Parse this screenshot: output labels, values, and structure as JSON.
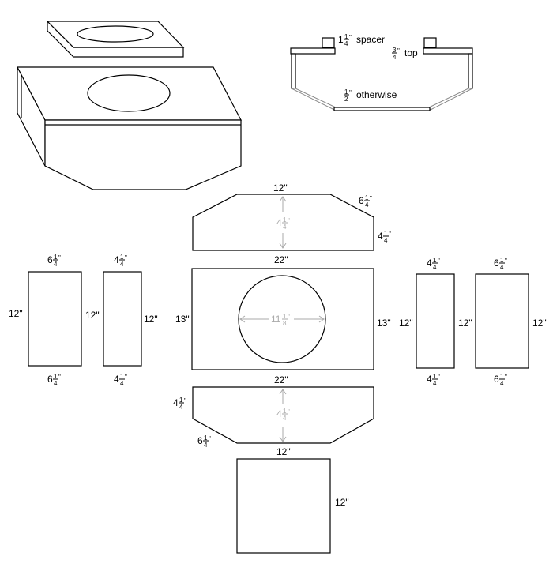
{
  "title": "Subwoofer box cut diagram",
  "labels": {
    "spacer": {
      "whole": "1",
      "num": "1",
      "den": "4",
      "mark": "\"",
      "suffix": "spacer"
    },
    "top_thickness": {
      "whole": "",
      "num": "3",
      "den": "4",
      "mark": "\"",
      "suffix": "top"
    },
    "otherwise": {
      "whole": "",
      "num": "1",
      "den": "2",
      "mark": "\"",
      "suffix": "otherwise"
    },
    "back_top": {
      "text": "12\""
    },
    "back_slant": {
      "whole": "6",
      "num": "1",
      "den": "4",
      "mark": "\""
    },
    "back_height": {
      "whole": "4",
      "num": "1",
      "den": "4",
      "mark": "\""
    },
    "back_side": {
      "whole": "4",
      "num": "1",
      "den": "4",
      "mark": "\""
    },
    "top_panel_width_top": {
      "text": "22\""
    },
    "top_panel_left": {
      "text": "13\""
    },
    "top_panel_right": {
      "text": "13\""
    },
    "hole_diameter": {
      "whole": "11",
      "num": "1",
      "den": "8",
      "mark": "\""
    },
    "top_panel_width_bottom": {
      "text": "22\""
    },
    "front_side": {
      "whole": "4",
      "num": "1",
      "den": "4",
      "mark": "\""
    },
    "front_height": {
      "whole": "4",
      "num": "1",
      "den": "4",
      "mark": "\""
    },
    "front_slant": {
      "whole": "6",
      "num": "1",
      "den": "4",
      "mark": "\""
    },
    "bottom_width": {
      "text": "12\""
    },
    "bottom_height": {
      "text": "12\""
    },
    "l1_top": {
      "whole": "6",
      "num": "1",
      "den": "4",
      "mark": "\""
    },
    "l1_left": {
      "text": "12\""
    },
    "l1_bottom": {
      "whole": "6",
      "num": "1",
      "den": "4",
      "mark": "\""
    },
    "l2_top": {
      "whole": "4",
      "num": "1",
      "den": "4",
      "mark": "\""
    },
    "l2_left": {
      "text": "12\""
    },
    "l2_right": {
      "text": "12\""
    },
    "l2_bottom": {
      "whole": "4",
      "num": "1",
      "den": "4",
      "mark": "\""
    },
    "r1_top": {
      "whole": "4",
      "num": "1",
      "den": "4",
      "mark": "\""
    },
    "r1_left": {
      "text": "12\""
    },
    "r1_right": {
      "text": "12\""
    },
    "r1_bottom": {
      "whole": "4",
      "num": "1",
      "den": "4",
      "mark": "\""
    },
    "r2_top": {
      "whole": "6",
      "num": "1",
      "den": "4",
      "mark": "\""
    },
    "r2_right": {
      "text": "12\""
    },
    "r2_bottom": {
      "whole": "6",
      "num": "1",
      "den": "4",
      "mark": "\""
    }
  }
}
